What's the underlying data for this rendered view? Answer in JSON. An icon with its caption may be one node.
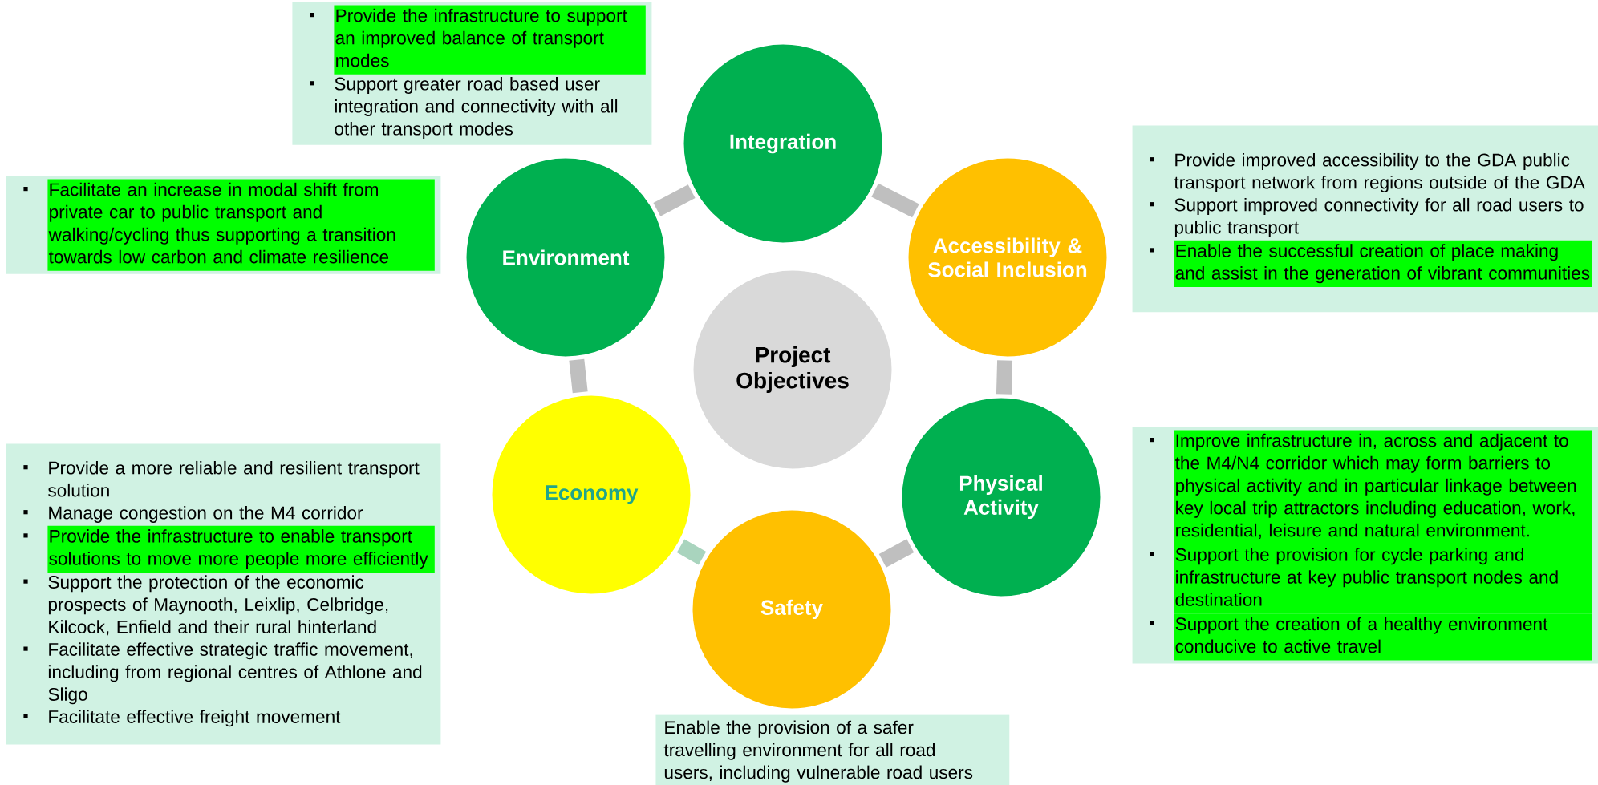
{
  "diagram": {
    "nodes": [
      {
        "text": [
          "Project Objectives"
        ]
      },
      {
        "text": [
          "Integration"
        ]
      },
      {
        "text": [
          "Accessibility & Social Inclusion"
        ]
      },
      {
        "text": [
          "Physical Activity"
        ]
      },
      {
        "text": [
          "Safety"
        ]
      },
      {
        "text": [
          "Economy"
        ]
      },
      {
        "text": [
          "Environment"
        ]
      },
      {
        "text": [
          "Provide the infrastructure to support an improved balance of transport modes",
          "Support greater road based user integration and connectivity with all other transport modes"
        ]
      },
      {
        "text": [
          "Facilitate an increase in modal shift from private car to public transport and walking/cycling thus supporting a transition towards low carbon and climate resilience"
        ]
      },
      {
        "text": [
          "Provide improved accessibility to the GDA public transport network from regions outside of the GDA",
          "Support improved connectivity for all road users to public transport",
          "Enable the successful creation of place making and assist in the generation of vibrant communities"
        ]
      },
      {
        "text": [
          "Provide a more reliable and resilient transport solution",
          "Manage congestion on the M4 corridor",
          "Provide the infrastructure to enable transport solutions to move more people more efficiently",
          "Support the protection of the economic prospects of Maynooth, Leixlip, Celbridge, Kilcock, Enfield and their rural hinterland",
          "Facilitate effective strategic traffic movement, including  from regional centres of Athlone and Sligo",
          "Facilitate effective freight movement"
        ]
      },
      {
        "text": [
          "Improve infrastructure in, across and adjacent to the M4/N4 corridor which may form barriers to physical activity and in particular linkage between key local trip attractors including education, work, residential, leisure and natural environment.",
          "Support the provision for cycle parking and infrastructure at key public transport nodes and destination",
          "Support the creation of a healthy environment conducive to active travel"
        ]
      },
      {
        "text": [
          "Enable the provision of a safer travelling environment for all road users, including vulnerable road users"
        ]
      }
    ],
    "edges": [
      {
        "from": 1,
        "to": 2,
        "arrow": "none"
      },
      {
        "from": 2,
        "to": 3,
        "arrow": "none"
      },
      {
        "from": 3,
        "to": 4,
        "arrow": "none"
      },
      {
        "from": 4,
        "to": 5,
        "arrow": "none",
        "color": "#a9d4be"
      },
      {
        "from": 5,
        "to": 6,
        "arrow": "none"
      },
      {
        "from": 6,
        "to": 1,
        "arrow": "none"
      }
    ]
  }
}
